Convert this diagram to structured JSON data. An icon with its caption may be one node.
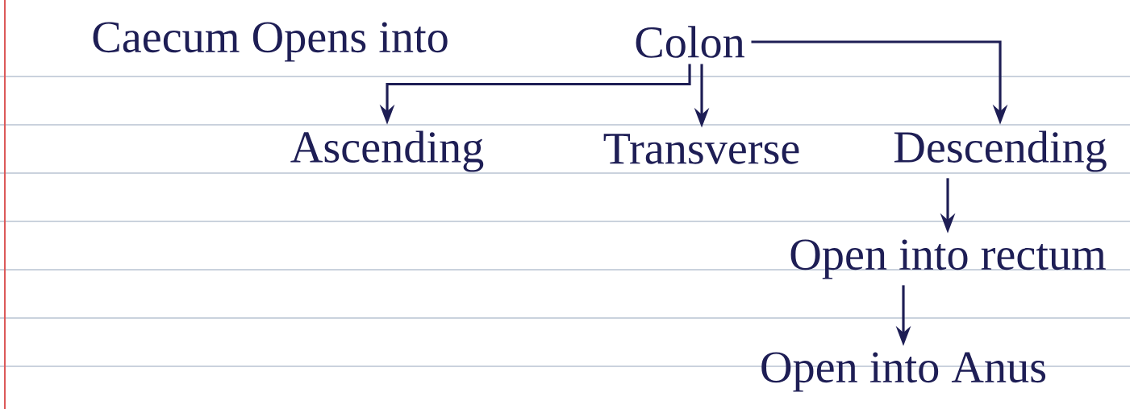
{
  "diagram": {
    "nodes": [
      {
        "text": [
          "Colon"
        ]
      },
      {
        "text": [
          "Ascending"
        ]
      },
      {
        "text": [
          "Transverse"
        ]
      },
      {
        "text": [
          "Descending"
        ]
      },
      {
        "text": [
          "Open into rectum"
        ]
      },
      {
        "text": [
          "Open into Anus"
        ]
      }
    ],
    "edges": [
      {
        "from": 0,
        "to": 1,
        "arrow": "to"
      },
      {
        "from": 0,
        "to": 2,
        "arrow": "to"
      },
      {
        "from": 0,
        "to": 3,
        "arrow": "to"
      },
      {
        "from": 3,
        "to": 4,
        "arrow": "to"
      },
      {
        "from": 4,
        "to": 5,
        "arrow": "to"
      }
    ],
    "labels": [
      "Caecum Opens into"
    ]
  }
}
